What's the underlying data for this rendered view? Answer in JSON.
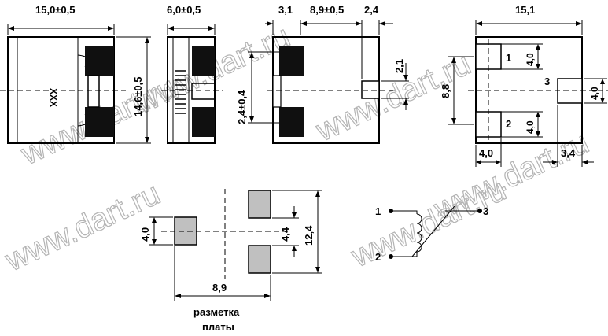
{
  "watermarks": [
    "www.dart.ru",
    "www.dart.ru",
    "www.dart.ru",
    "www.dart.ru",
    "www.dart.ru",
    "www.dart.ru"
  ],
  "view_front": {
    "width_dim": "15,0±0,5",
    "height_dim": "14,6±0,5",
    "marking": "XXX"
  },
  "view_side": {
    "width_dim": "6,0±0,5"
  },
  "view_top": {
    "dim_a": "3,1",
    "dim_b": "8,9±0,5",
    "dim_c": "2,4",
    "dim_d": "2,1",
    "dim_e": "2,4±0,4"
  },
  "view_pads": {
    "width_dim": "15,1",
    "pin1": "1",
    "pin2": "2",
    "pin3": "3",
    "pad1_h": "4,0",
    "pad2_h": "4,0",
    "pad3_h": "4,0",
    "span_dim": "8,8",
    "bottom_left": "4,0",
    "bottom_right": "3,4"
  },
  "pcb_layout": {
    "pad_h": "4,0",
    "gap_dim": "4,4",
    "height_dim": "12,4",
    "width_dim": "8,9",
    "caption_line1": "разметка",
    "caption_line2": "платы"
  },
  "schematic": {
    "pin1": "1",
    "pin2": "2",
    "pin3": "3"
  },
  "colors": {
    "pad_fill": "#c0c0c0",
    "coil_fill": "#101010",
    "watermark": "#b4b4b4"
  }
}
